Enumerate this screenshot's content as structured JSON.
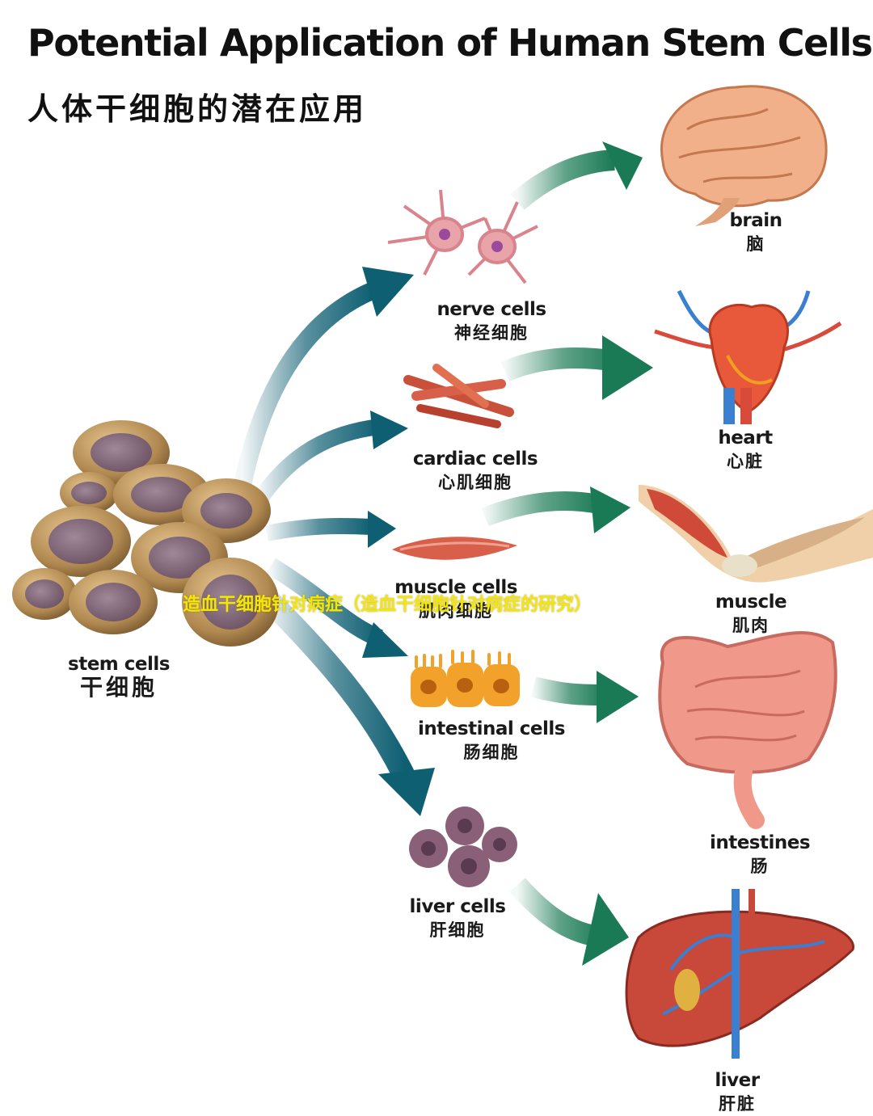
{
  "title": "Potential Application of Human Stem Cells",
  "subtitle": "人体干细胞的潜在应用",
  "source": {
    "en": "stem cells",
    "zh": "干细胞"
  },
  "cell_types": [
    {
      "en": "nerve cells",
      "zh": "神经细胞"
    },
    {
      "en": "cardiac cells",
      "zh": "心肌细胞"
    },
    {
      "en": "muscle cells",
      "zh": "肌肉细胞"
    },
    {
      "en": "intestinal cells",
      "zh": "肠细胞"
    },
    {
      "en": "liver cells",
      "zh": "肝细胞"
    }
  ],
  "organs": [
    {
      "en": "brain",
      "zh": "脑"
    },
    {
      "en": "heart",
      "zh": "心脏"
    },
    {
      "en": "muscle",
      "zh": "肌肉"
    },
    {
      "en": "intestines",
      "zh": "肠"
    },
    {
      "en": "liver",
      "zh": "肝脏"
    }
  ],
  "watermark": "造血干细胞针对病症（造血干细胞针对病症的研究）",
  "colors": {
    "arrow_teal": "#0f5f73",
    "arrow_green": "#1a7a55",
    "cell_outer": "#b08850",
    "cell_nucleus": "#7a6070",
    "watermark": "#f5e60a"
  }
}
